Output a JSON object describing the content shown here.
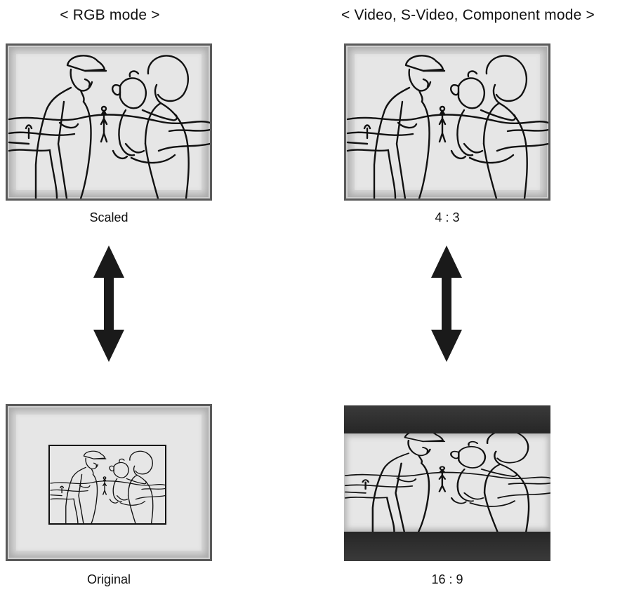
{
  "headings": {
    "rgb_mode": "< RGB mode >",
    "video_mode": "< Video, S-Video, Component mode >"
  },
  "captions": {
    "scaled": "Scaled",
    "original": "Original",
    "ratio_4_3": "4 : 3",
    "ratio_16_9": "16 : 9"
  },
  "colors": {
    "screen_fill": "#e6e6e6",
    "frame_border": "#5a5a5a",
    "letterbox_bar": "#2b2b2b",
    "arrow": "#1a1a1a",
    "line_art": "#111111"
  },
  "icons": {
    "arrow": "double-headed-vertical-arrow",
    "scene": "man-and-woman-holding-child-line-drawing"
  }
}
